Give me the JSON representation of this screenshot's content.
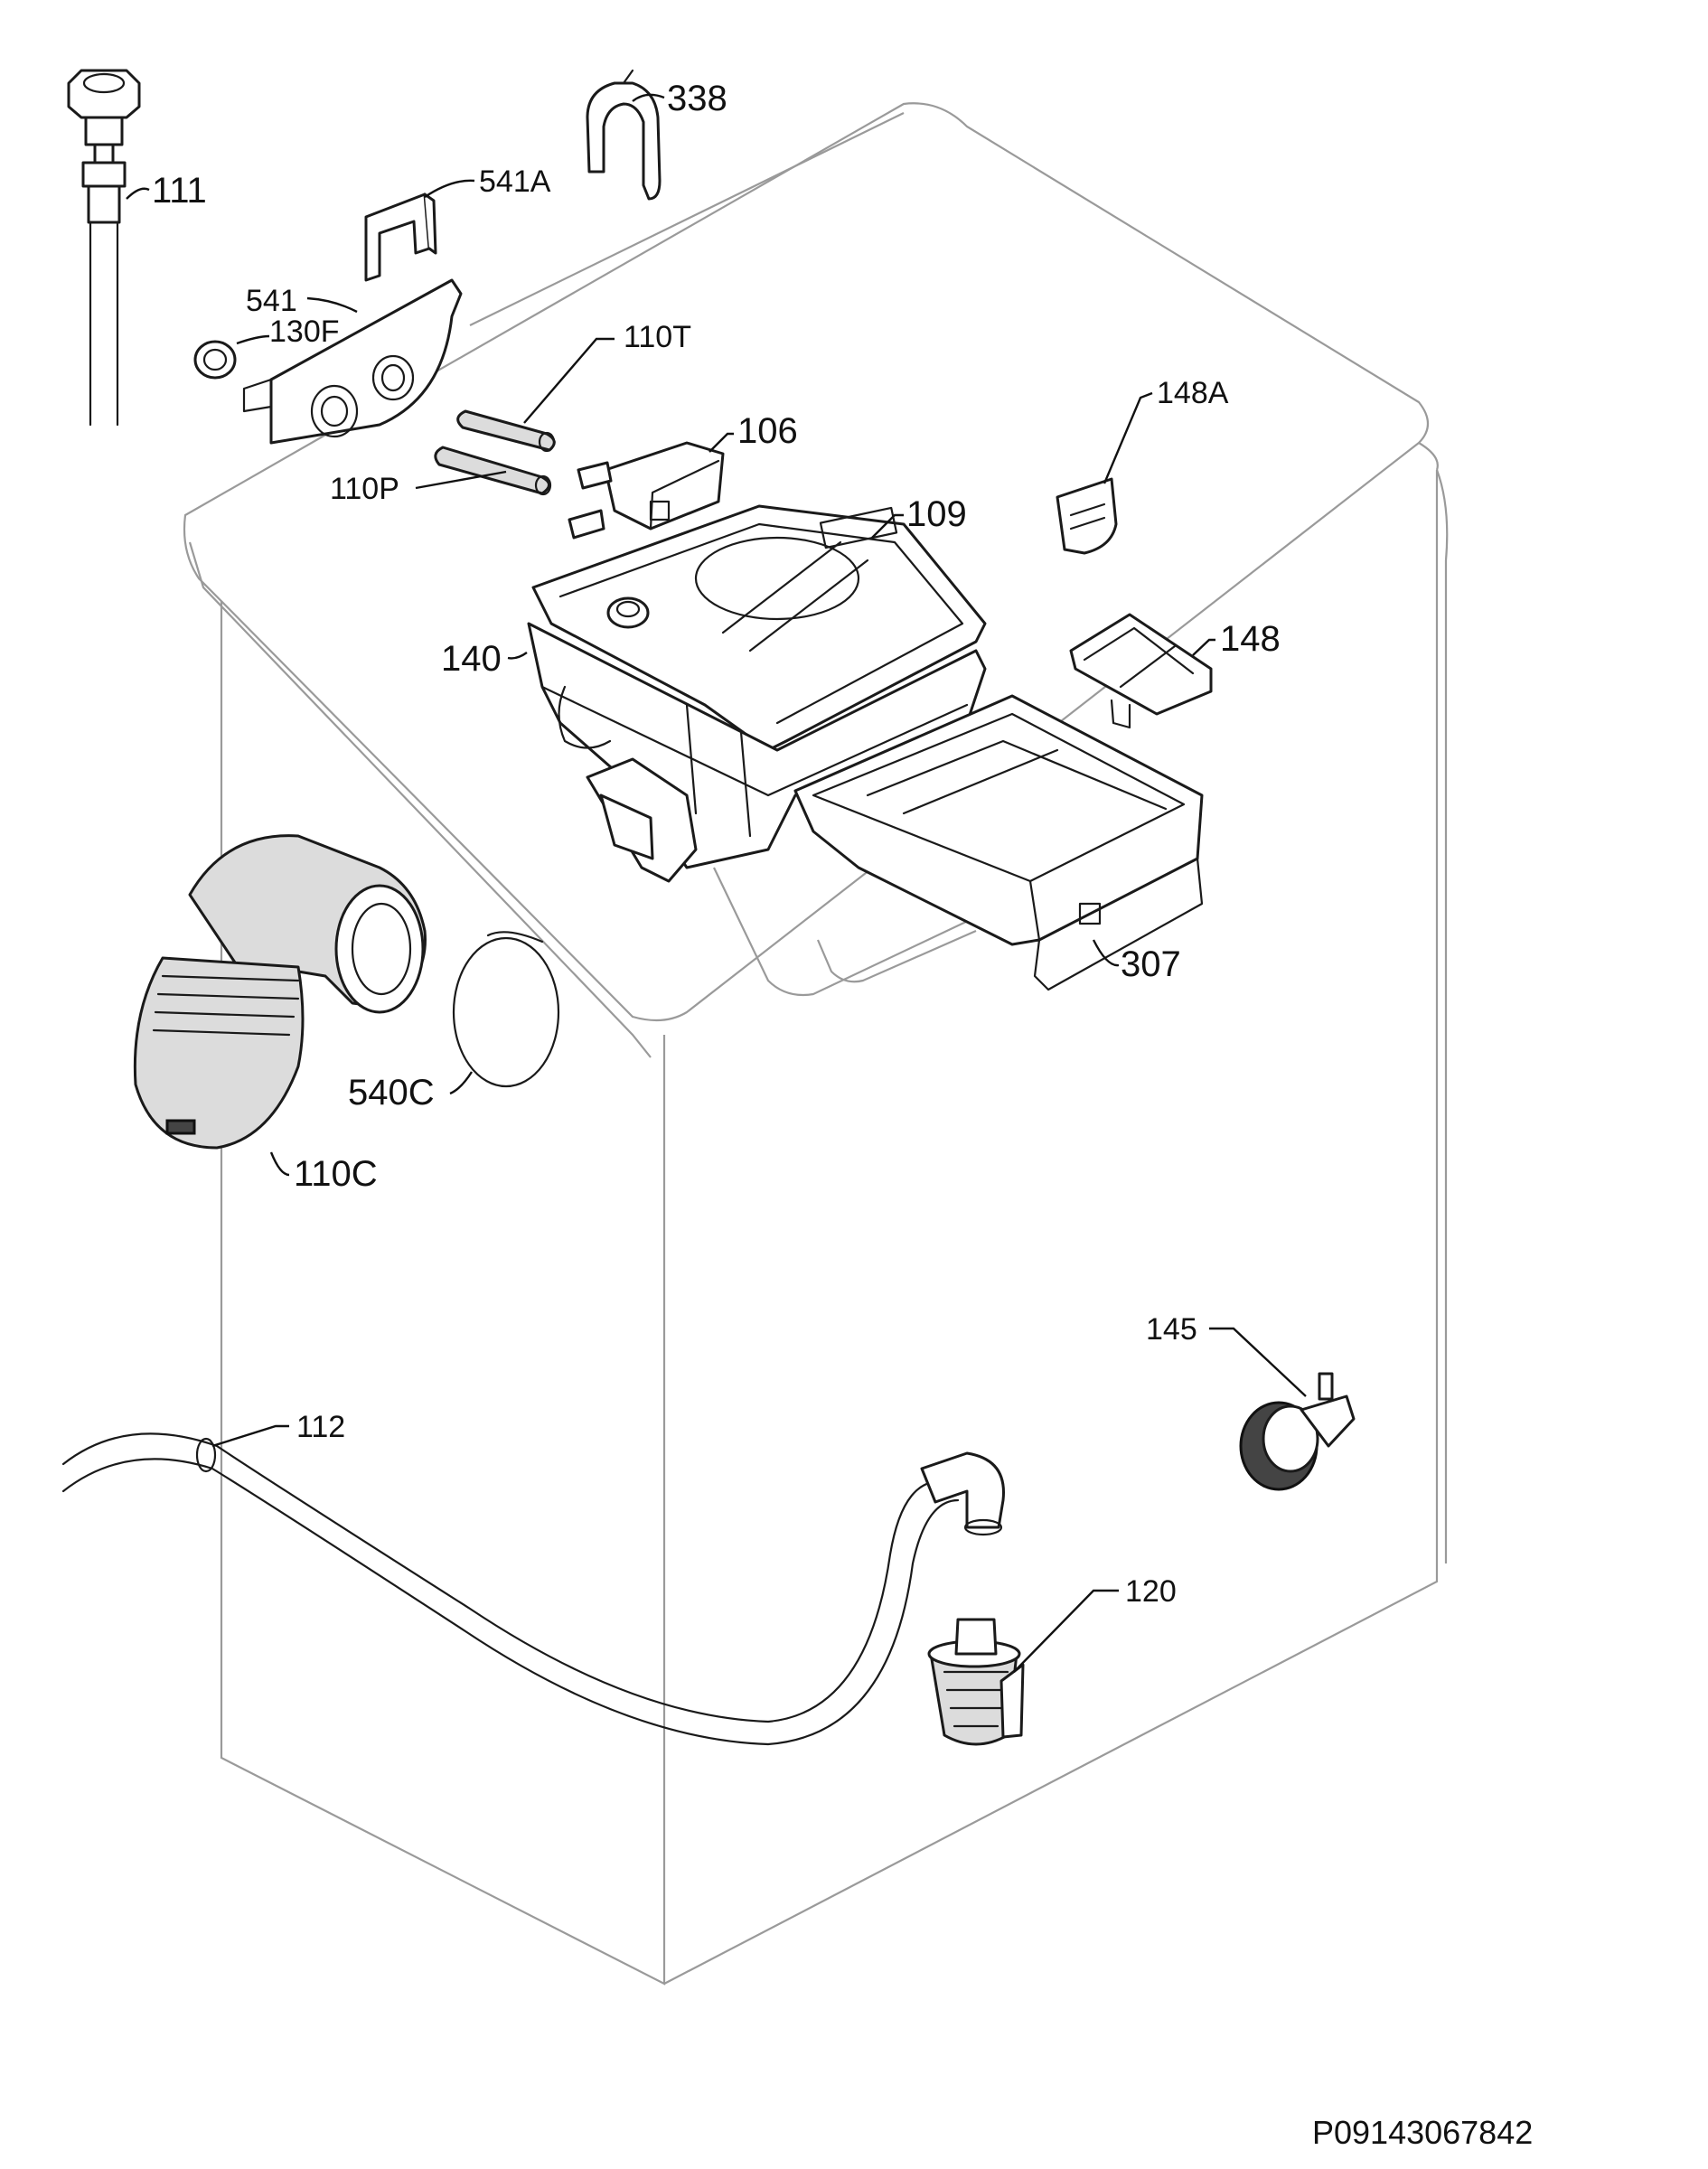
{
  "diagram": {
    "labels": {
      "p111": "111",
      "p338": "338",
      "p541a": "541A",
      "p541": "541",
      "p130f": "130F",
      "p110t": "110T",
      "p106": "106",
      "p110p": "110P",
      "p148a": "148A",
      "p109": "109",
      "p140": "140",
      "p148": "148",
      "p307": "307",
      "p540c": "540C",
      "p110c": "110C",
      "p145": "145",
      "p112": "112",
      "p120": "120"
    },
    "document_code": "P09143067842"
  }
}
